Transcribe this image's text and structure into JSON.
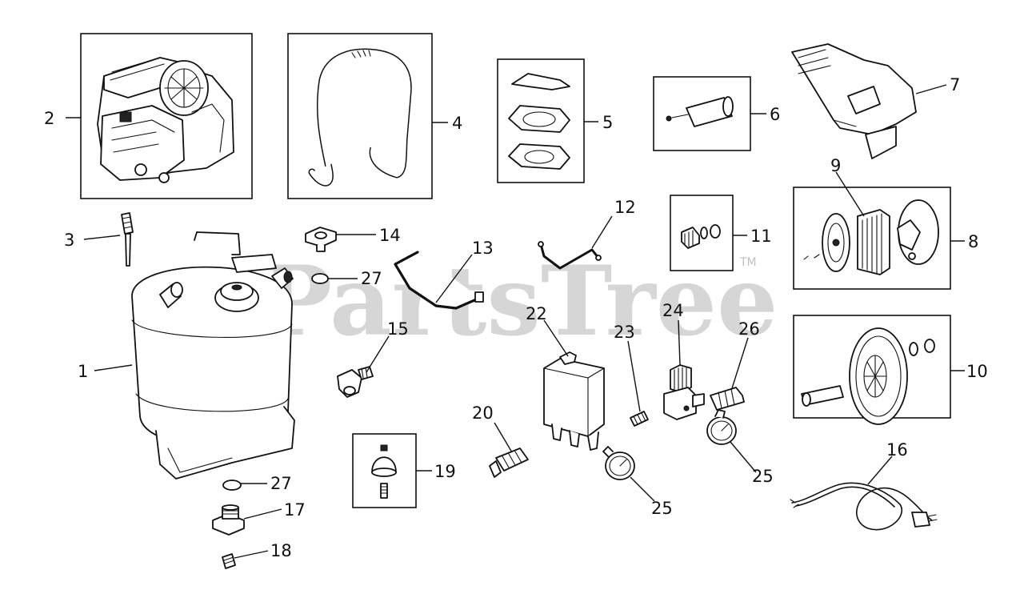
{
  "watermark": {
    "text": "PartsTree",
    "trademark": "TM"
  },
  "callouts": {
    "c1": "1",
    "c2": "2",
    "c3": "3",
    "c4": "4",
    "c5": "5",
    "c6": "6",
    "c7": "7",
    "c8": "8",
    "c9": "9",
    "c10": "10",
    "c11": "11",
    "c12": "12",
    "c13": "13",
    "c14": "14",
    "c15": "15",
    "c16": "16",
    "c17": "17",
    "c18": "18",
    "c19": "19",
    "c20": "20",
    "c22": "22",
    "c23": "23",
    "c24": "24",
    "c25a": "25",
    "c25b": "25",
    "c26": "26",
    "c27a": "27",
    "c27b": "27"
  }
}
